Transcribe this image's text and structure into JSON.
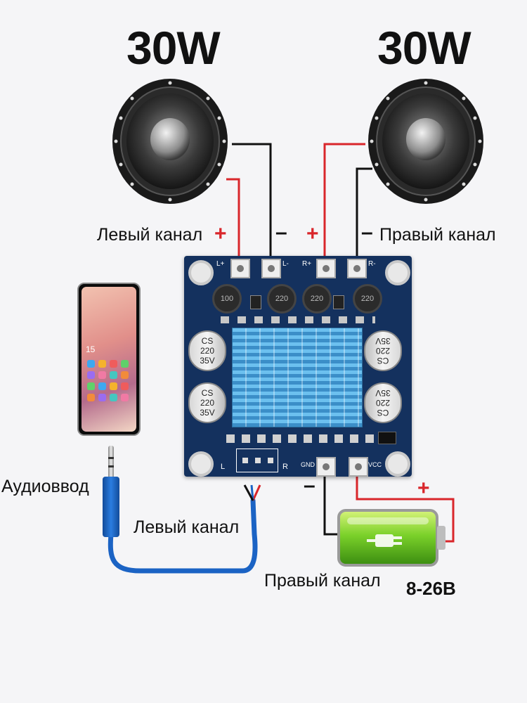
{
  "speaker_left": {
    "power": "30W"
  },
  "speaker_right": {
    "power": "30W"
  },
  "labels": {
    "left_channel_top": "Левый канал",
    "right_channel_top": "Правый канал",
    "audio_input": "Аудиоввод",
    "left_channel_bottom": "Левый канал",
    "right_channel_bottom": "Правый канал",
    "voltage": "8-26В"
  },
  "polarity": {
    "plus": "+",
    "minus": "–"
  },
  "board": {
    "terminal_left_plus": "L+",
    "terminal_left_minus": "L-",
    "terminal_right_plus": "R+",
    "terminal_right_minus": "R-",
    "terminal_gnd": "GND",
    "terminal_vcc": "VCC",
    "inductor_1": "100",
    "inductor_2": "220",
    "inductor_3": "220",
    "inductor_4": "220",
    "cap_top_left": [
      "CS",
      "220",
      "35V"
    ],
    "cap_bottom_left": [
      "CS",
      "220",
      "35V"
    ],
    "cap_top_right": [
      "CS",
      "220",
      "35V"
    ],
    "cap_bottom_right": [
      "CS",
      "220",
      "35V"
    ],
    "input_l": "L",
    "input_r": "R"
  },
  "phone": {
    "clock": "15"
  },
  "colors": {
    "board": "#14315e",
    "heatsink": "#4fa3d9",
    "wire_red": "#d9262b",
    "wire_black": "#111111",
    "cable_blue": "#1b63c4",
    "battery_green": "#7bd12a"
  }
}
